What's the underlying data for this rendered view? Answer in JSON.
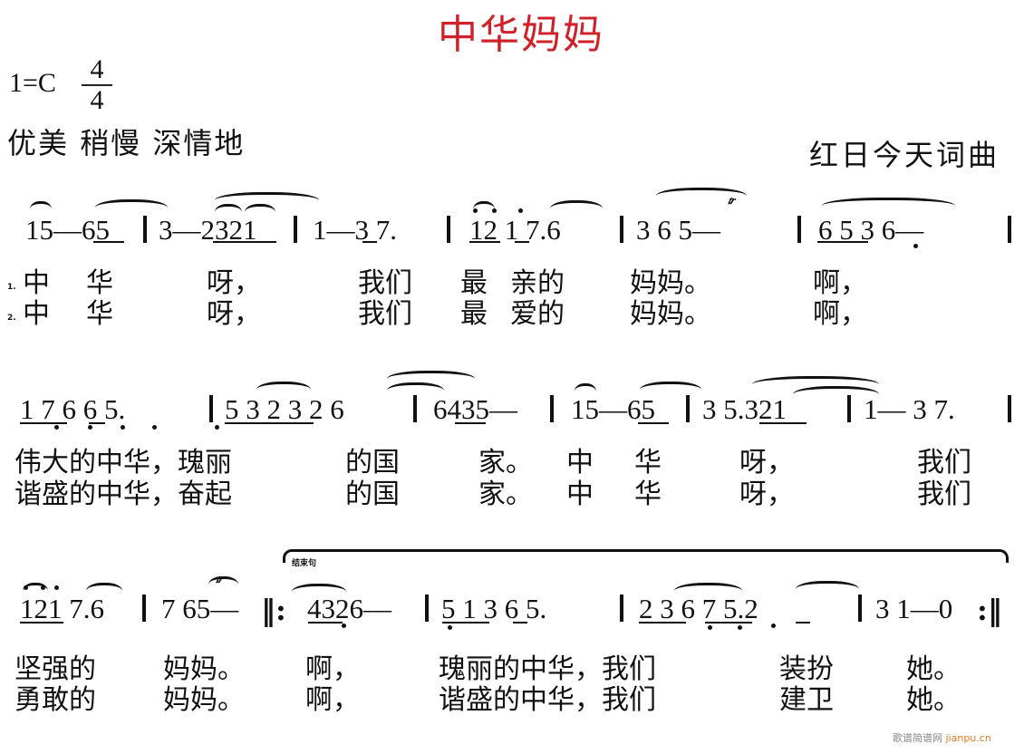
{
  "score": {
    "title": "中华妈妈",
    "title_color": "#d0202a",
    "key": "1=C",
    "time_signature": {
      "numerator": "4",
      "denominator": "4"
    },
    "tempo_marking": "优美  稍慢  深情地",
    "credit": "红日今天词曲",
    "ending_label": "结束句",
    "watermark": {
      "text": "歌谱简谱网",
      "site": "jianpu.cn"
    }
  },
  "systems": [
    {
      "notation": "15—65 | 3—2321 | 1—3 7. | 12 1 7.6 | 3 6  5— | 65  3 6— |",
      "segments": [
        "15—65",
        "3—2321",
        "1—3 7.",
        "12 1 7.6",
        "3 6   5—",
        "6 5  3 6—"
      ],
      "verse_labels": [
        "1.",
        "2."
      ],
      "lyrics": [
        [
          "中",
          "华",
          "呀，",
          "我们",
          "最",
          "亲的",
          "妈妈。",
          "啊，"
        ],
        [
          "中",
          "华",
          "呀，",
          "我们",
          "最",
          "爱的",
          "妈妈。",
          "啊，"
        ]
      ]
    },
    {
      "notation": "1 7 6 6 5. | 53 23 2 6 | 6435— | 15—65 | 3 5.321 | 1—3 7. |",
      "segments": [
        "1 7  6  6  5.",
        "5 3  2 3  2  6",
        "6435—",
        "15—65",
        "3   5.321",
        "1— 3  7."
      ],
      "lyrics": [
        [
          "伟大的中华，瑰丽",
          "的国",
          "家。",
          "中",
          "华",
          "呀，",
          "我们"
        ],
        [
          "谐盛的中华，奋起",
          "的国",
          "家。",
          "中",
          "华",
          "呀，",
          "我们"
        ]
      ]
    },
    {
      "notation": "121 7.6 | 7 65— ||: 4326— | 51 3 6 5. | 23 67 5.2 | 3 1—0 :||",
      "segments": [
        "121  7.6",
        "7  65—",
        "4326—",
        "5 1  3  6  5.",
        "2 3  6 7  5.2",
        "3  1—0"
      ],
      "lyrics": [
        [
          "坚强的",
          "妈妈。",
          "啊，",
          "瑰丽的中华，我们",
          "装扮",
          "她。"
        ],
        [
          "勇敢的",
          "妈妈。",
          "啊，",
          "谐盛的中华，我们",
          "建卫",
          "她。"
        ]
      ]
    }
  ]
}
